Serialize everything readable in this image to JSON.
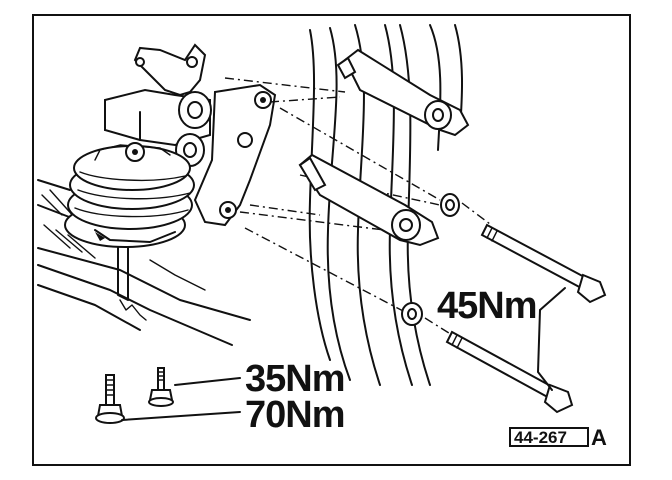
{
  "labels": {
    "torque_upper_bolt": "35Nm",
    "torque_lower_bolt": "70Nm",
    "torque_long_bolts": "45Nm"
  },
  "reference": {
    "code": "44-267",
    "suffix": "A"
  }
}
